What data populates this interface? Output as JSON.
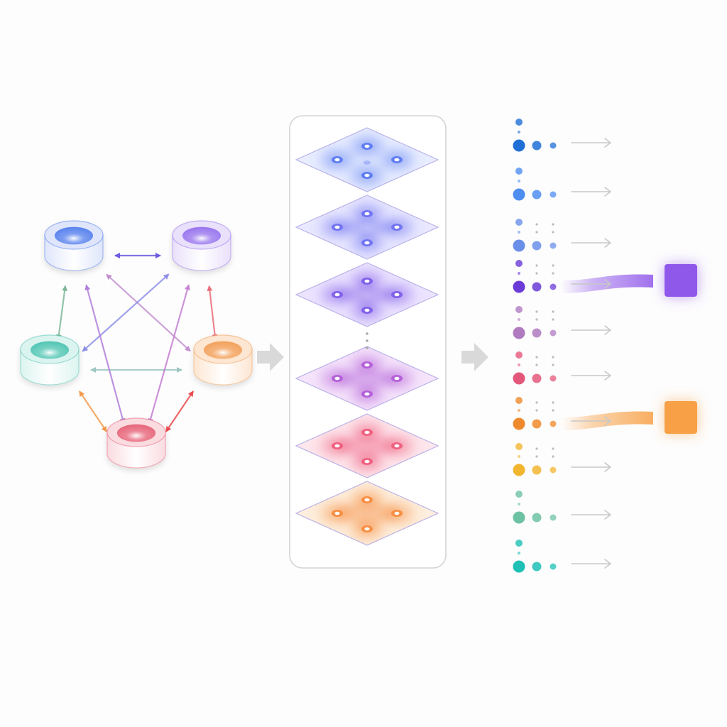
{
  "nodes": [
    {
      "id": "blue",
      "color": "#5b84ee",
      "light": "#dfe6fb",
      "icon": "cylinder-icon"
    },
    {
      "id": "purple",
      "color": "#9a78ee",
      "light": "#e9e0fb",
      "icon": "cylinder-icon"
    },
    {
      "id": "teal",
      "color": "#55c7b6",
      "light": "#dcf4ef",
      "icon": "cylinder-icon"
    },
    {
      "id": "orange",
      "color": "#f3a35e",
      "light": "#fde6d2",
      "icon": "cylinder-icon"
    },
    {
      "id": "red",
      "color": "#e7687c",
      "light": "#fadbe0",
      "icon": "cylinder-icon"
    }
  ],
  "edges": [
    {
      "from": "blue",
      "to": "purple",
      "color": "#6a5be0"
    },
    {
      "from": "blue",
      "to": "teal",
      "color": "#7fb79a"
    },
    {
      "from": "purple",
      "to": "orange",
      "color": "#e9707c"
    },
    {
      "from": "teal",
      "to": "red",
      "color": "#f29a4a"
    },
    {
      "from": "orange",
      "to": "red",
      "color": "#e94c50"
    },
    {
      "from": "teal",
      "to": "orange",
      "color": "#9ec7c2"
    },
    {
      "from": "blue",
      "to": "orange",
      "color": "#c28fd0"
    },
    {
      "from": "purple",
      "to": "teal",
      "color": "#8f8fe8"
    },
    {
      "from": "blue",
      "to": "red",
      "color": "#b27fdc"
    },
    {
      "from": "purple",
      "to": "red",
      "color": "#c47fd2"
    }
  ],
  "layers": [
    {
      "glow": "#5877f0",
      "tint": "#e8edff"
    },
    {
      "glow": "#6b6ff0",
      "tint": "#e9e8ff"
    },
    {
      "glow": "#7b5ae8",
      "tint": "#ece4ff"
    },
    {
      "glow": "#b05ad6",
      "tint": "#f5e4fb"
    },
    {
      "glow": "#ee5a7a",
      "tint": "#fde6ec"
    },
    {
      "glow": "#f58a3c",
      "tint": "#fdeedd"
    }
  ],
  "rows": [
    {
      "color": "#1f6fd6",
      "highlight": false
    },
    {
      "color": "#4d8ef0",
      "highlight": false
    },
    {
      "color": "#6a8fe8",
      "highlight": false
    },
    {
      "color": "#6a3bd6",
      "highlight": true,
      "output": "#9058ea",
      "icon": "purple-output-square-icon"
    },
    {
      "color": "#b07ac0",
      "highlight": false
    },
    {
      "color": "#e3587a",
      "highlight": false
    },
    {
      "color": "#ee8a2c",
      "highlight": true,
      "output": "#f7a046",
      "icon": "orange-output-square-icon"
    },
    {
      "color": "#f2b530",
      "highlight": false
    },
    {
      "color": "#6dc2a3",
      "highlight": false
    },
    {
      "color": "#1ebfb5",
      "highlight": false
    }
  ]
}
